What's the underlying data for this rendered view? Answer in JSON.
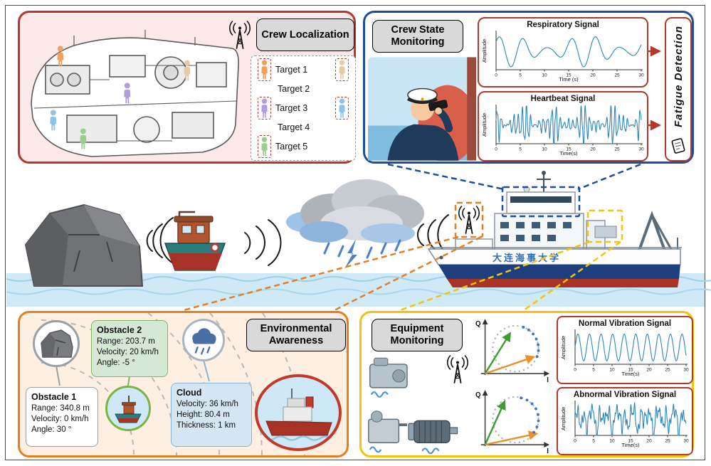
{
  "scene": {
    "ship_name": "大连海事大学"
  },
  "crew_localization": {
    "title": "Crew Localization",
    "targets": [
      {
        "label": "Target 1",
        "color": "#f2a05c"
      },
      {
        "label": "Target 2",
        "color": "#e8cba6"
      },
      {
        "label": "Target 3",
        "color": "#b39dd8"
      },
      {
        "label": "Target 4",
        "color": "#8fc3ea"
      },
      {
        "label": "Target 5",
        "color": "#9ccc8f"
      }
    ]
  },
  "crew_state": {
    "title": "Crew State Monitoring",
    "fatigue_label": "Fatigue Detection"
  },
  "environmental": {
    "title": "Environmental Awareness",
    "obstacle1": {
      "title": "Obstacle 1",
      "lines": [
        "Range: 340.8 m",
        "Velocity: 0 km/h",
        "Angle: 30 °"
      ]
    },
    "obstacle2": {
      "title": "Obstacle 2",
      "lines": [
        "Range: 203.7 m",
        "Velocity: 20 km/h",
        "Angle: -5 °"
      ]
    },
    "cloud": {
      "title": "Cloud",
      "lines": [
        "Velocity: 36 km/h",
        "Height: 80.4 m",
        "Thickness: 1 km"
      ]
    }
  },
  "equipment": {
    "title": "Equipment Monitoring",
    "iq": {
      "q_label": "Q",
      "i_label": "I"
    }
  },
  "chart_data": [
    {
      "id": "respiratory",
      "type": "line",
      "title": "Respiratory Signal",
      "xlabel": "Time (s)",
      "ylabel": "Amplitude",
      "xlim": [
        0,
        30
      ],
      "xticks": [
        0,
        5,
        10,
        15,
        20,
        25,
        30
      ],
      "line_color": "#2e86c1",
      "waveform": {
        "carrier": [
          {
            "f": 0.2,
            "a": 1,
            "p": 0.8
          }
        ],
        "env": {
          "offset": 0.6,
          "comps": [
            {
              "f": 0.063,
              "a": 0.4,
              "p": 0.5
            }
          ]
        },
        "scale": 0.85
      }
    },
    {
      "id": "heartbeat",
      "type": "line",
      "title": "Heartbeat Signal",
      "xlabel": "Time(s)",
      "ylabel": "Amplitude",
      "xlim": [
        0,
        30
      ],
      "xticks": [
        0,
        5,
        10,
        15,
        20,
        25,
        30
      ],
      "line_color": "#2e86c1",
      "waveform": {
        "carrier": [
          {
            "f": 1.15,
            "a": 0.85,
            "p": 0
          },
          {
            "f": 2.4,
            "a": 0.25,
            "p": 1.2
          }
        ],
        "env": {
          "offset": 0.55,
          "comps": [
            {
              "f": 0.16,
              "a": 0.45,
              "p": 2.2
            },
            {
              "f": 0.34,
              "a": 0.25,
              "p": 0.7
            }
          ]
        },
        "scale": 0.95
      }
    },
    {
      "id": "normal-vibration",
      "type": "line",
      "title": "Normal Vibration Signal",
      "xlabel": "Time(s)",
      "ylabel": "Amplitude",
      "xlim": [
        0,
        30
      ],
      "xticks": [
        0,
        5,
        10,
        15,
        20,
        25,
        30
      ],
      "line_color": "#2e86c1",
      "waveform": {
        "carrier": [
          {
            "f": 0.32,
            "a": 1,
            "p": 0
          }
        ],
        "env": {
          "offset": 1,
          "comps": []
        },
        "scale": 0.8
      }
    },
    {
      "id": "abnormal-vibration",
      "type": "line",
      "title": "Abnormal Vibration Signal",
      "xlabel": "Time(s)",
      "ylabel": "Amplitude",
      "xlim": [
        0,
        30
      ],
      "xticks": [
        0,
        5,
        10,
        15,
        20,
        25,
        30
      ],
      "line_color": "#2e86c1",
      "waveform": {
        "carrier": [
          {
            "f": 0.45,
            "a": 0.42,
            "p": 1.2
          },
          {
            "f": 1.05,
            "a": 0.3,
            "p": 2.4
          },
          {
            "f": 0.27,
            "a": 0.33,
            "p": 0.5
          },
          {
            "f": 1.9,
            "a": 0.2,
            "p": 4.1
          },
          {
            "f": 0.72,
            "a": 0.27,
            "p": 3.3
          }
        ],
        "env": {
          "offset": 1,
          "comps": []
        },
        "scale": 0.95
      }
    }
  ]
}
